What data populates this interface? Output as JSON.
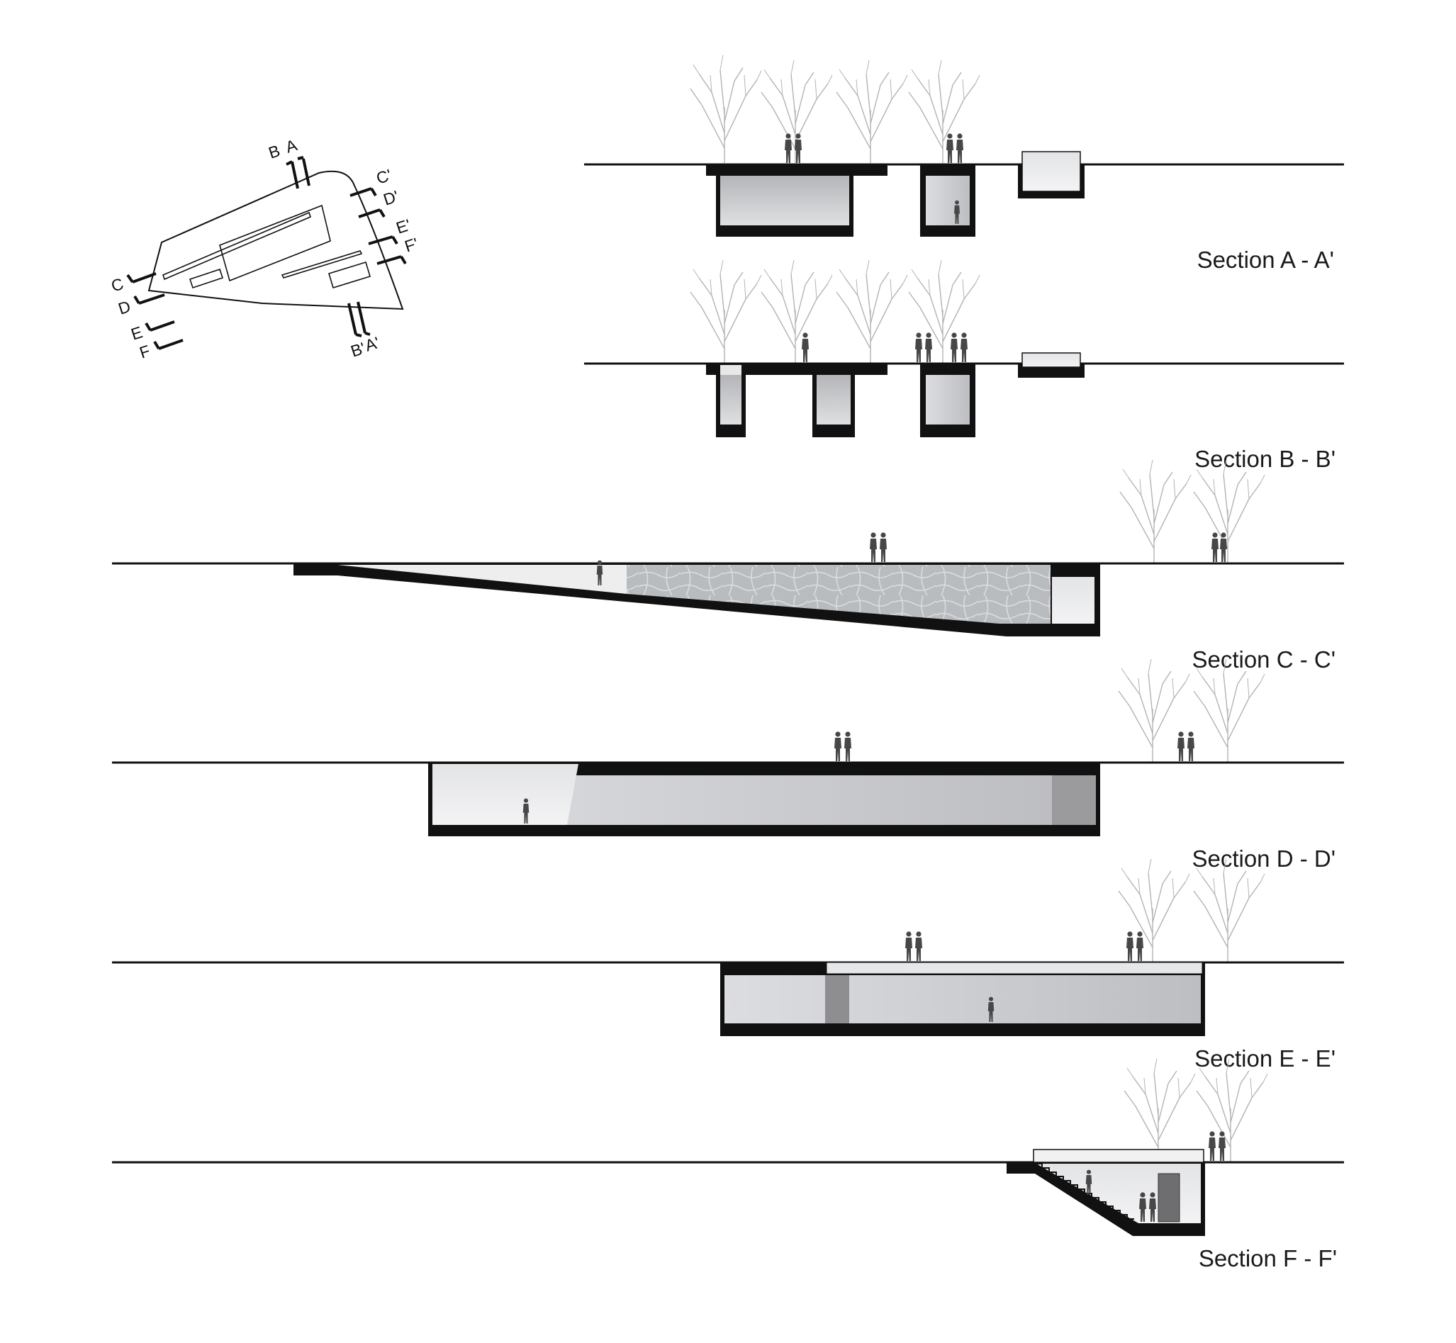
{
  "key_plan": {
    "labels": {
      "a": "A",
      "b": "B",
      "a_prime": "A'",
      "b_prime": "B'",
      "c": "C",
      "c_prime": "C'",
      "d": "D",
      "d_prime": "D'",
      "e": "E",
      "e_prime": "E'",
      "f": "F",
      "f_prime": "F'"
    }
  },
  "sections": [
    {
      "id": "a",
      "title": "Section A - A'"
    },
    {
      "id": "b",
      "title": "Section B - B'"
    },
    {
      "id": "c",
      "title": "Section C - C'"
    },
    {
      "id": "d",
      "title": "Section D - D'"
    },
    {
      "id": "e",
      "title": "Section E - E'"
    },
    {
      "id": "f",
      "title": "Section F - F'"
    }
  ],
  "colors": {
    "structure": "#111111",
    "interior": "#c2c2c4",
    "interior_light": "#e6e7e8",
    "water": "#b9bcbf",
    "tree": "#b5b5b5",
    "person": "#4a4a4a"
  }
}
